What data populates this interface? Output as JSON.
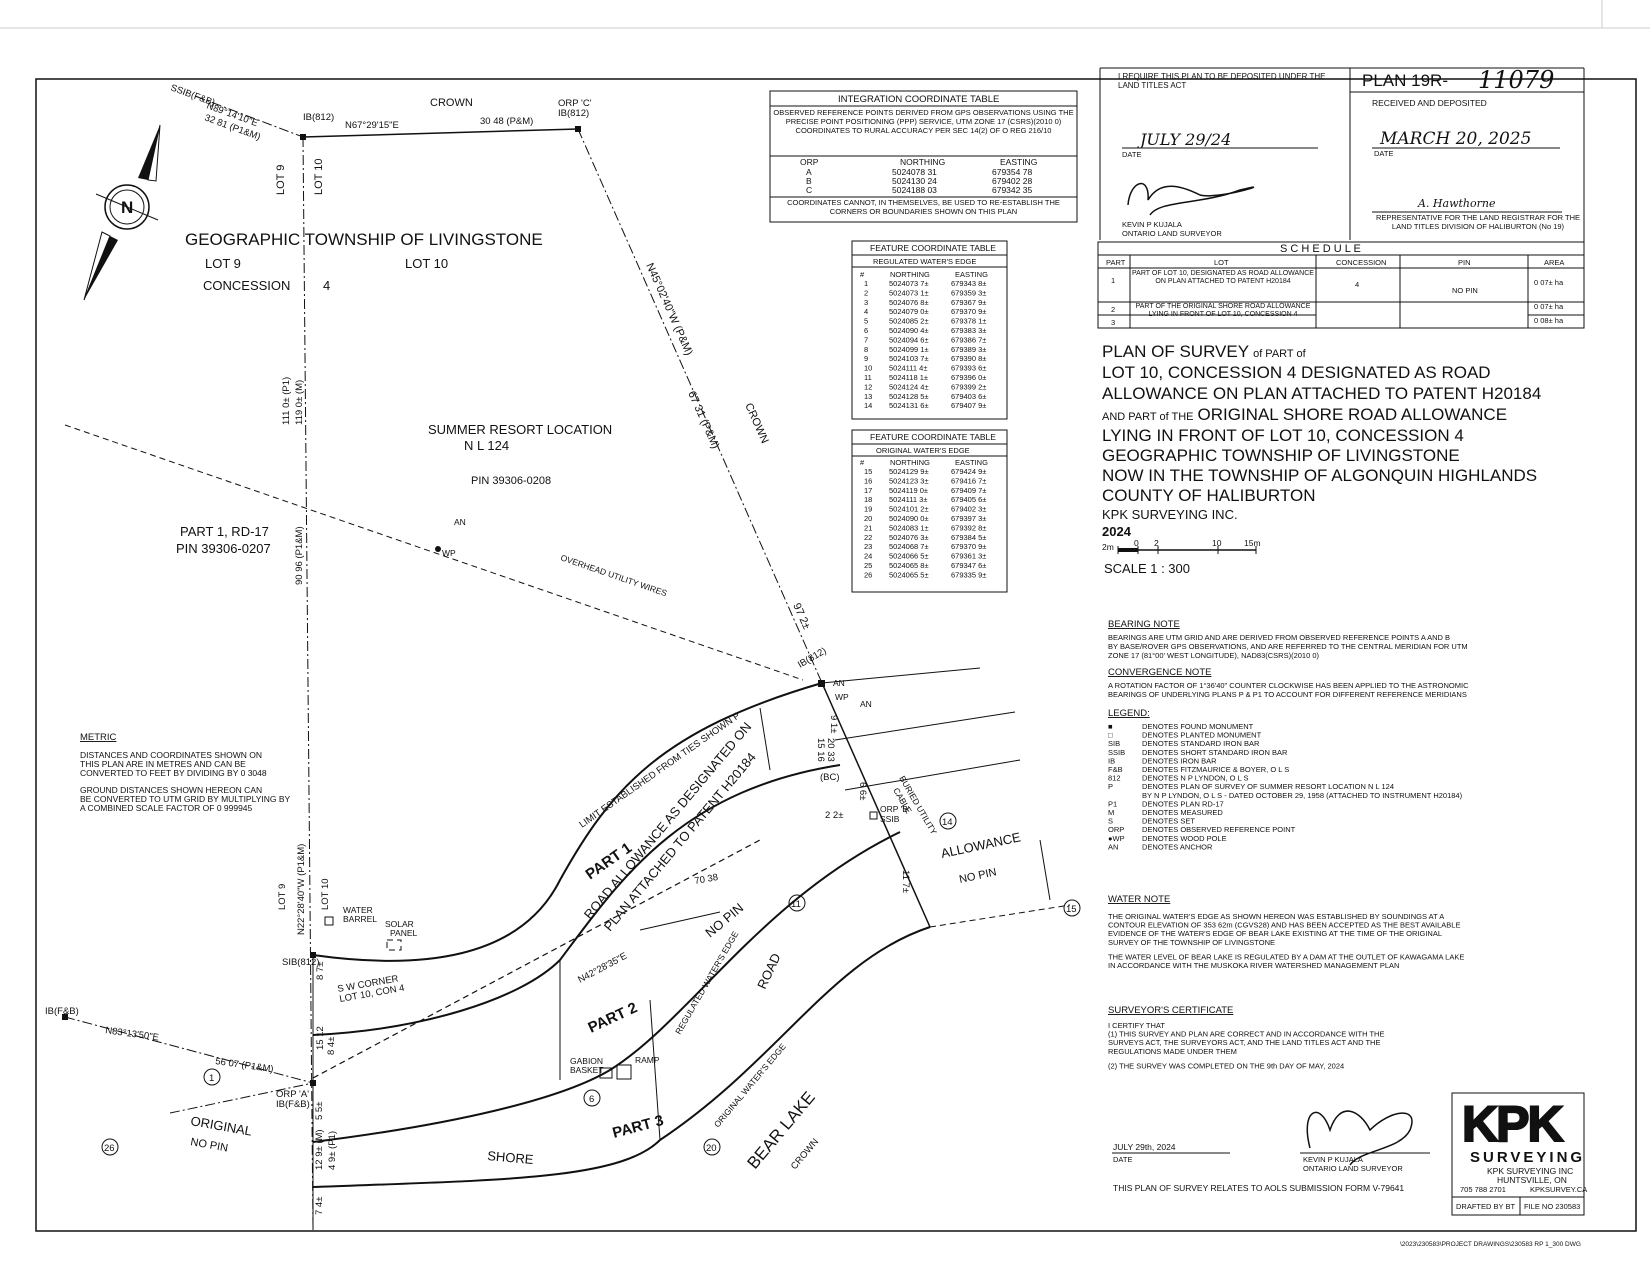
{
  "plan_number_label": "PLAN 19R-",
  "plan_number": "11079",
  "deposit_request": "I REQUIRE THIS PLAN TO BE DEPOSITED UNDER THE LAND TITLES ACT",
  "deposit_date_handwritten": "JULY 29/24",
  "date_label": "DATE",
  "received_label": "RECEIVED AND DEPOSITED",
  "received_date_handwritten": "MARCH 20, 2025",
  "registrar_sig": "A. Hawthorne",
  "registrar_label": "REPRESENTATIVE FOR THE LAND REGISTRAR FOR THE LAND TITLES DIVISION OF HALIBURTON (No 19)",
  "surveyor_name": "KEVIN P KUJALA",
  "surveyor_title": "ONTARIO LAND SURVEYOR",
  "signature_text": "Kevin Kujala",
  "schedule": {
    "title": "S C H E D U L E",
    "headers": [
      "PART",
      "LOT",
      "CONCESSION",
      "PIN",
      "AREA"
    ],
    "rows": [
      {
        "part": "1",
        "lot": "PART OF LOT 10, DESIGNATED AS ROAD ALLOWANCE ON PLAN ATTACHED TO PATENT H20184",
        "concession": "4",
        "pin": "NO PIN",
        "area": "0 07± ha"
      },
      {
        "part": "2",
        "lot": "PART OF THE ORIGINAL SHORE ROAD ALLOWANCE LYING IN FRONT OF LOT 10, CONCESSION 4",
        "concession": "",
        "pin": "",
        "area": "0 07± ha"
      },
      {
        "part": "3",
        "lot": "",
        "concession": "",
        "pin": "",
        "area": "0 08± ha"
      }
    ]
  },
  "plan_title": {
    "line1a": "PLAN OF SURVEY",
    "line1b": "of PART of",
    "line2": "LOT 10, CONCESSION 4 DESIGNATED AS ROAD",
    "line3": "ALLOWANCE ON PLAN ATTACHED TO PATENT H20184",
    "line4a": "AND PART of THE",
    "line4b": "ORIGINAL SHORE ROAD ALLOWANCE",
    "line5": "LYING IN FRONT OF LOT 10, CONCESSION 4",
    "line6": "GEOGRAPHIC TOWNSHIP OF LIVINGSTONE",
    "line7": "NOW IN THE TOWNSHIP OF ALGONQUIN HIGHLANDS",
    "line8": "COUNTY OF HALIBURTON",
    "company": "KPK SURVEYING INC.",
    "year": "2024"
  },
  "scale": {
    "ticks": [
      "2m",
      "0",
      "2",
      "10",
      "15m"
    ],
    "label": "SCALE 1 : 300"
  },
  "integration_table": {
    "title": "INTEGRATION COORDINATE TABLE",
    "note": "OBSERVED REFERENCE POINTS DERIVED FROM GPS OBSERVATIONS USING THE PRECISE POINT POSITIONING (PPP) SERVICE, UTM ZONE 17 (CSRS)(2010 0) COORDINATES TO RURAL ACCURACY PER SEC 14(2) OF O REG 216/10",
    "headers": [
      "ORP",
      "NORTHING",
      "EASTING"
    ],
    "rows": [
      [
        "A",
        "5024078 31",
        "679354 78"
      ],
      [
        "B",
        "5024130 24",
        "679402 28"
      ],
      [
        "C",
        "5024188 03",
        "679342 35"
      ]
    ],
    "footer": "COORDINATES CANNOT, IN THEMSELVES, BE USED TO RE-ESTABLISH THE CORNERS OR BOUNDARIES SHOWN ON THIS PLAN"
  },
  "feature_table_1": {
    "title": "FEATURE COORDINATE TABLE",
    "subtitle": "REGULATED WATER'S EDGE",
    "headers": [
      "#",
      "NORTHING",
      "EASTING"
    ],
    "rows": [
      [
        "1",
        "5024073 7±",
        "679343 8±"
      ],
      [
        "2",
        "5024073 1±",
        "679359 3±"
      ],
      [
        "3",
        "5024076 8±",
        "679367 9±"
      ],
      [
        "4",
        "5024079 0±",
        "679370 9±"
      ],
      [
        "5",
        "5024085 2±",
        "679378 1±"
      ],
      [
        "6",
        "5024090 4±",
        "679383 3±"
      ],
      [
        "7",
        "5024094 6±",
        "679386 7±"
      ],
      [
        "8",
        "5024099 1±",
        "679389 3±"
      ],
      [
        "9",
        "5024103 7±",
        "679390 8±"
      ],
      [
        "10",
        "5024111 4±",
        "679393 6±"
      ],
      [
        "11",
        "5024118 1±",
        "679396 0±"
      ],
      [
        "12",
        "5024124 4±",
        "679399 2±"
      ],
      [
        "13",
        "5024128 5±",
        "679403 6±"
      ],
      [
        "14",
        "5024131 6±",
        "679407 9±"
      ]
    ]
  },
  "feature_table_2": {
    "title": "FEATURE COORDINATE TABLE",
    "subtitle": "ORIGINAL WATER'S EDGE",
    "headers": [
      "#",
      "NORTHING",
      "EASTING"
    ],
    "rows": [
      [
        "15",
        "5024129 9±",
        "679424 9±"
      ],
      [
        "16",
        "5024123 3±",
        "679416 7±"
      ],
      [
        "17",
        "5024119 0±",
        "679409 7±"
      ],
      [
        "18",
        "5024111 3±",
        "679405 6±"
      ],
      [
        "19",
        "5024101 2±",
        "679402 3±"
      ],
      [
        "20",
        "5024090 0±",
        "679397 3±"
      ],
      [
        "21",
        "5024083 1±",
        "679392 8±"
      ],
      [
        "22",
        "5024076 3±",
        "679384 5±"
      ],
      [
        "23",
        "5024068 7±",
        "679370 9±"
      ],
      [
        "24",
        "5024066 5±",
        "679361 3±"
      ],
      [
        "25",
        "5024065 8±",
        "679347 6±"
      ],
      [
        "26",
        "5024065 5±",
        "679335 9±"
      ]
    ]
  },
  "notes": {
    "bearing_title": "BEARING NOTE",
    "bearing_text": [
      "BEARINGS ARE UTM GRID AND ARE DERIVED FROM OBSERVED REFERENCE POINTS A AND B",
      "BY BASE/ROVER GPS OBSERVATIONS, AND ARE REFERRED TO THE CENTRAL MERIDIAN FOR UTM",
      "ZONE 17 (81°00' WEST LONGITUDE), NAD83(CSRS)(2010 0)"
    ],
    "convergence_title": "CONVERGENCE NOTE",
    "convergence_text": [
      "A ROTATION FACTOR OF 1°36'40\" COUNTER CLOCKWISE HAS BEEN APPLIED TO THE ASTRONOMIC",
      "BEARINGS OF UNDERLYING PLANS P & P1 TO ACCOUNT FOR DIFFERENT REFERENCE MERIDIANS"
    ],
    "legend_title": "LEGEND:",
    "legend": [
      [
        "■",
        "DENOTES FOUND MONUMENT"
      ],
      [
        "□",
        "DENOTES PLANTED MONUMENT"
      ],
      [
        "SIB",
        "DENOTES STANDARD IRON BAR"
      ],
      [
        "SSIB",
        "DENOTES SHORT STANDARD IRON BAR"
      ],
      [
        "IB",
        "DENOTES IRON BAR"
      ],
      [
        "F&B",
        "DENOTES FITZMAURICE & BOYER, O L S"
      ],
      [
        "812",
        "DENOTES N P LYNDON, O L S"
      ],
      [
        "P",
        "DENOTES PLAN OF SURVEY OF SUMMER RESORT LOCATION N L 124"
      ],
      [
        "",
        "BY N P LYNDON, O L S - DATED OCTOBER 29, 1958 (ATTACHED TO INSTRUMENT H20184)"
      ],
      [
        "P1",
        "DENOTES PLAN RD-17"
      ],
      [
        "M",
        "DENOTES MEASURED"
      ],
      [
        "S",
        "DENOTES SET"
      ],
      [
        "ORP",
        "DENOTES OBSERVED REFERENCE POINT"
      ],
      [
        "●WP",
        "DENOTES WOOD POLE"
      ],
      [
        "AN",
        "DENOTES ANCHOR"
      ]
    ],
    "water_title": "WATER NOTE",
    "water_text": [
      "THE ORIGINAL WATER'S EDGE AS SHOWN HEREON WAS ESTABLISHED BY SOUNDINGS AT A",
      "CONTOUR ELEVATION OF 353 62m (CGVS28) AND HAS BEEN ACCEPTED AS THE BEST AVAILABLE",
      "EVIDENCE OF THE WATER'S EDGE OF BEAR LAKE EXISTING AT THE TIME OF THE ORIGINAL",
      "SURVEY OF THE TOWNSHIP OF LIVINGSTONE"
    ],
    "water_text2": [
      "THE WATER LEVEL OF BEAR LAKE IS REGULATED BY A DAM AT THE OUTLET OF KAWAGAMA LAKE",
      "IN ACCORDANCE WITH THE MUSKOKA RIVER WATERSHED MANAGEMENT PLAN"
    ],
    "cert_title": "SURVEYOR'S CERTIFICATE",
    "cert_text": [
      "I CERTIFY THAT",
      "(1) THIS SURVEY AND PLAN ARE CORRECT AND IN ACCORDANCE WITH THE",
      "SURVEYS ACT, THE SURVEYORS ACT, AND THE LAND TITLES ACT AND THE",
      "REGULATIONS MADE UNDER THEM"
    ],
    "cert_text2": "(2) THE SURVEY WAS COMPLETED ON THE 9th DAY OF MAY, 2024",
    "cert_date": "JULY 29th, 2024",
    "aols": "THIS PLAN OF SURVEY RELATES TO AOLS SUBMISSION FORM V-79641",
    "metric_title": "METRIC",
    "metric_text": [
      "DISTANCES AND COORDINATES SHOWN ON",
      "THIS PLAN ARE IN METRES AND CAN BE",
      "CONVERTED TO FEET BY DIVIDING BY 0 3048"
    ],
    "metric_text2": [
      "GROUND DISTANCES SHOWN HEREON CAN",
      "BE CONVERTED TO UTM GRID BY MULTIPLYING BY",
      "A COMBINED SCALE FACTOR OF 0 999945"
    ]
  },
  "kpk": {
    "logo": "KPK",
    "word": "SURVEYING",
    "name": "KPK SURVEYING INC",
    "city": "HUNTSVILLE, ON",
    "phone": "705 788 2701",
    "web": "KPKSURVEY.CA",
    "drafted": "DRAFTED BY BT",
    "file": "FILE NO 230583"
  },
  "drawing_path": "\\2023\\230583\\PROJECT DRAWINGS\\230583 RP 1_300 DWG",
  "map": {
    "north_label": "N",
    "geo_twp": "GEOGRAPHIC TOWNSHIP OF LIVINGSTONE",
    "lot9": "LOT 9",
    "lot10": "LOT 10",
    "concession": "CONCESSION",
    "conc_num": "4",
    "crown": "CROWN",
    "summer_resort": "SUMMER RESORT LOCATION",
    "nl124": "N L 124",
    "pin1": "PIN 39306-0208",
    "part1_rd17": "PART 1, RD-17",
    "pin2": "PIN 39306-0207",
    "utility": "OVERHEAD UTILITY WIRES",
    "limit_ties": "LIMIT ESTABLISHED FROM TIES SHOWN P",
    "road_allow1": "ROAD ALLOWANCE AS DESIGNATED ON",
    "road_allow2": "PLAN ATTACHED TO PATENT H20184",
    "part1": "PART 1",
    "part2": "PART 2",
    "part3": "PART 3",
    "no_pin": "NO PIN",
    "road": "ROAD",
    "allowance": "ALLOWANCE",
    "original": "ORIGINAL",
    "shore": "SHORE",
    "bear_lake": "BEAR LAKE",
    "reg_edge": "REGULATED WATER'S EDGE",
    "orig_edge": "ORIGINAL WATER'S EDGE",
    "water_barrel": "WATER",
    "barrel": "BARREL",
    "solar": "SOLAR",
    "panel": "PANEL",
    "gabion": "GABION",
    "basket": "BASKET",
    "ramp": "RAMP",
    "buried": "BURIED UTILITY",
    "cable": "CABLE",
    "sw_corner": "S W CORNER",
    "sw_corner2": "LOT 10, CON 4",
    "ib812": "IB(812)",
    "ssib_fb": "SSIB(F&B)",
    "sib812": "SIB(812)",
    "ib_fb": "IB(F&B)",
    "orp_c": "ORP 'C'",
    "orp_a": "ORP 'A'",
    "orp_b": "ORP 'B'",
    "ssib": "SSIB",
    "an": "AN",
    "wp": "WP",
    "brg_top": "N67°29'15\"E",
    "dist_top": "30 48 (P&M)",
    "brg_nw": "N89°14'10\"E",
    "dist_nw": "32 81 (P1&M)",
    "brg_diag": "N45°02'40\"W (P&M)",
    "dist_diag": "67 31 (P&M)",
    "dist_97": "97 2±",
    "dist_111": "111 0± (P1)",
    "dist_119": "119 0± (M)",
    "dist_9096": "90 96 (P1&M)",
    "brg_w": "N22°28'40\"W (P1&M)",
    "brg_sw": "N83°13'50\"E",
    "dist_5607": "56 07 (P1&M)",
    "brg_mid": "N42°28'35\"E",
    "dist_7038": "70 38",
    "d87": "8 7±",
    "d1512": "15 12",
    "d84": "8 4±",
    "d55": "5 5±",
    "d129": "12 9± (M)",
    "d49": "4 9± (P1)",
    "d74": "7 4±",
    "d91": "9 1±",
    "d1516": "15 16",
    "d2033": "20 33",
    "d66": "6 6±",
    "d22": "2 2±",
    "d117": "11 7±",
    "bc": "(BC)",
    "c1": "1",
    "c6": "6",
    "c11": "11",
    "c14": "14",
    "c15": "15",
    "c20": "20",
    "c26": "26"
  }
}
